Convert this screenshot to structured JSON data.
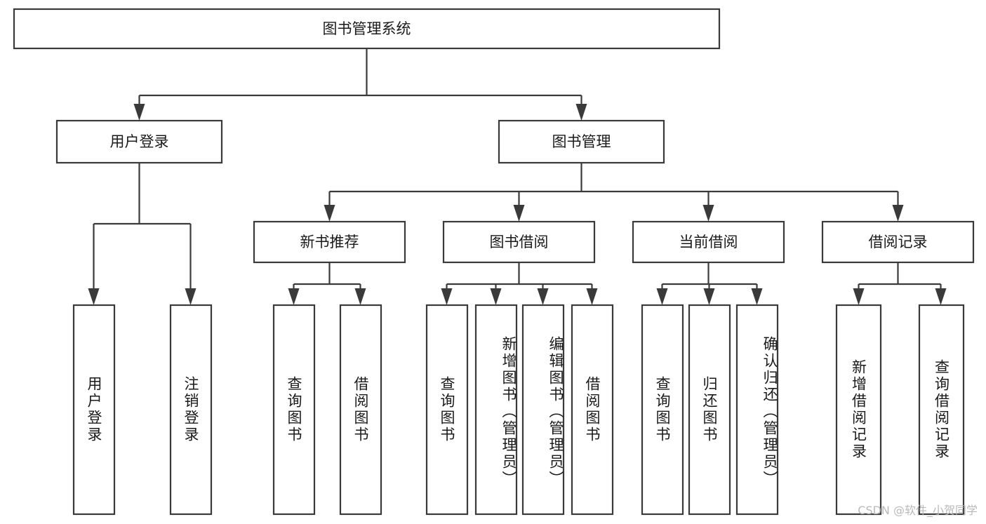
{
  "diagram": {
    "type": "tree-hierarchy-chart",
    "title": "图书管理系统",
    "orientation": "top-down",
    "colors": {
      "box_fill": "#ffffff",
      "box_stroke": "#3a3a3a",
      "text": "#1a1a1a",
      "background": "#ffffff",
      "watermark": "#b9b9b9"
    },
    "nodes": {
      "root": {
        "label": "图书管理系统",
        "level": 1,
        "orientation": "horizontal"
      },
      "l2": [
        {
          "id": "user-login",
          "label": "用户登录",
          "level": 2,
          "orientation": "horizontal"
        },
        {
          "id": "book-manage",
          "label": "图书管理",
          "level": 2,
          "orientation": "horizontal"
        }
      ],
      "l3": [
        {
          "id": "new-book-rec",
          "label": "新书推荐",
          "level": 3,
          "orientation": "horizontal",
          "parent": "book-manage"
        },
        {
          "id": "book-borrow",
          "label": "图书借阅",
          "level": 3,
          "orientation": "horizontal",
          "parent": "book-manage"
        },
        {
          "id": "current-borrow",
          "label": "当前借阅",
          "level": 3,
          "orientation": "horizontal",
          "parent": "book-manage"
        },
        {
          "id": "borrow-record",
          "label": "借阅记录",
          "level": 3,
          "orientation": "horizontal",
          "parent": "book-manage"
        }
      ],
      "leaves": [
        {
          "id": "leaf-user-login",
          "label": "用户登录",
          "parent": "user-login",
          "orientation": "vertical"
        },
        {
          "id": "leaf-user-logout",
          "label": "注销登录",
          "parent": "user-login",
          "orientation": "vertical"
        },
        {
          "id": "leaf-rec-query",
          "label": "查询图书",
          "parent": "new-book-rec",
          "orientation": "vertical"
        },
        {
          "id": "leaf-rec-borrow",
          "label": "借阅图书",
          "parent": "new-book-rec",
          "orientation": "vertical"
        },
        {
          "id": "leaf-borrow-query",
          "label": "查询图书",
          "parent": "book-borrow",
          "orientation": "vertical"
        },
        {
          "id": "leaf-borrow-add",
          "label": "新增图书（管理员）",
          "parent": "book-borrow",
          "orientation": "vertical"
        },
        {
          "id": "leaf-borrow-edit",
          "label": "编辑图书（管理员）",
          "parent": "book-borrow",
          "orientation": "vertical"
        },
        {
          "id": "leaf-borrow-lend",
          "label": "借阅图书",
          "parent": "book-borrow",
          "orientation": "vertical"
        },
        {
          "id": "leaf-current-query",
          "label": "查询图书",
          "parent": "current-borrow",
          "orientation": "vertical"
        },
        {
          "id": "leaf-current-return",
          "label": "归还图书",
          "parent": "current-borrow",
          "orientation": "vertical"
        },
        {
          "id": "leaf-current-confirm",
          "label": "确认归还（管理员）",
          "parent": "current-borrow",
          "orientation": "vertical"
        },
        {
          "id": "leaf-record-add",
          "label": "新增借阅记录",
          "parent": "borrow-record",
          "orientation": "vertical"
        },
        {
          "id": "leaf-record-query",
          "label": "查询借阅记录",
          "parent": "borrow-record",
          "orientation": "vertical"
        }
      ]
    },
    "watermark": "CSDN @软件_小贺同学"
  }
}
